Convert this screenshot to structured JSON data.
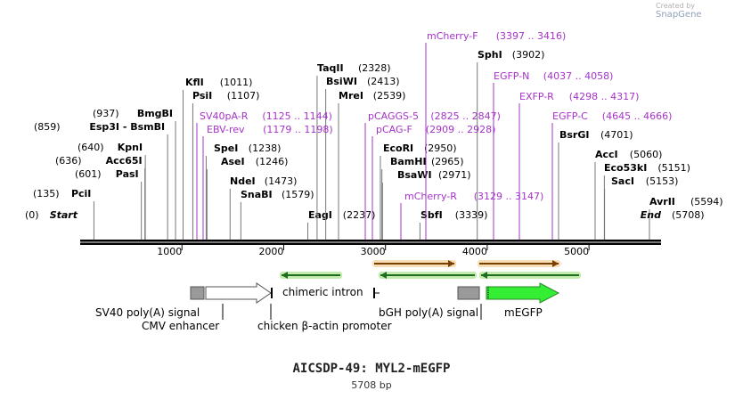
{
  "credit": {
    "prefix": "Created by",
    "brand": "SnapGene"
  },
  "title": "AICSDP-49: MYL2-mEGFP",
  "size_text": "5708 bp",
  "length": 5708,
  "colors": {
    "enzyme": "#000000",
    "primer": "#a633c9",
    "feature_grey": "#9a9a9a",
    "egfp": "#33ee33",
    "primer_arrow": "#e8a030",
    "green_arrow": "#66cc33"
  },
  "ticks": [
    1000,
    2000,
    3000,
    4000,
    5000
  ],
  "enzymes": [
    {
      "name": "Start",
      "pos": 0,
      "num": "(0)",
      "italic": true
    },
    {
      "name": "PciI",
      "pos": 135,
      "num": "(135)"
    },
    {
      "name": "PasI",
      "pos": 601,
      "num": "(601)"
    },
    {
      "name": "Acc65I",
      "pos": 636,
      "num": "(636)"
    },
    {
      "name": "KpnI",
      "pos": 640,
      "num": "(640)"
    },
    {
      "name": "Esp3I  -  BsmBI",
      "pos": 859,
      "num": "(859)"
    },
    {
      "name": "BmgBI",
      "pos": 937,
      "num": "(937)"
    },
    {
      "name": "KflI",
      "pos": 1011,
      "num": "(1011)"
    },
    {
      "name": "PsiI",
      "pos": 1107,
      "num": "(1107)"
    },
    {
      "name": "SpeI",
      "pos": 1238,
      "num": "(1238)"
    },
    {
      "name": "AseI",
      "pos": 1246,
      "num": "(1246)"
    },
    {
      "name": "NdeI",
      "pos": 1473,
      "num": "(1473)"
    },
    {
      "name": "SnaBI",
      "pos": 1579,
      "num": "(1579)"
    },
    {
      "name": "EagI",
      "pos": 2237,
      "num": "(2237)"
    },
    {
      "name": "TaqII",
      "pos": 2328,
      "num": "(2328)"
    },
    {
      "name": "BsiWI",
      "pos": 2413,
      "num": "(2413)"
    },
    {
      "name": "MreI",
      "pos": 2539,
      "num": "(2539)"
    },
    {
      "name": "EcoRI",
      "pos": 2950,
      "num": "(2950)"
    },
    {
      "name": "BamHI",
      "pos": 2965,
      "num": "(2965)"
    },
    {
      "name": "BsaWI",
      "pos": 2971,
      "num": "(2971)"
    },
    {
      "name": "SbfI",
      "pos": 3339,
      "num": "(3339)"
    },
    {
      "name": "SphI",
      "pos": 3902,
      "num": "(3902)"
    },
    {
      "name": "BsrGI",
      "pos": 4701,
      "num": "(4701)"
    },
    {
      "name": "AccI",
      "pos": 5060,
      "num": "(5060)"
    },
    {
      "name": "Eco53kI",
      "pos": 5151,
      "num": "(5151)"
    },
    {
      "name": "SacI",
      "pos": 5153,
      "num": "(5153)"
    },
    {
      "name": "AvrII",
      "pos": 5594,
      "num": "(5594)"
    },
    {
      "name": "End",
      "pos": 5708,
      "num": "(5708)",
      "italic": true
    }
  ],
  "primers": [
    {
      "name": "SV40pA-R",
      "range": "(1125 .. 1144)"
    },
    {
      "name": "EBV-rev",
      "range": "(1179 .. 1198)"
    },
    {
      "name": "pCAGGS-5",
      "range": "(2825 .. 2847)"
    },
    {
      "name": "pCAG-F",
      "range": "(2909 .. 2928)"
    },
    {
      "name": "mCherry-R",
      "range": "(3129 .. 3147)"
    },
    {
      "name": "mCherry-F",
      "range": "(3397 .. 3416)"
    },
    {
      "name": "EGFP-N",
      "range": "(4037 .. 4058)"
    },
    {
      "name": "EXFP-R",
      "range": "(4298 .. 4317)"
    },
    {
      "name": "EGFP-C",
      "range": "(4645 .. 4666)"
    }
  ],
  "features": [
    {
      "name": "SV40 poly(A) signal"
    },
    {
      "name": "CMV enhancer"
    },
    {
      "name": "chimeric intron"
    },
    {
      "name": "chicken β-actin promoter"
    },
    {
      "name": "bGH poly(A) signal"
    },
    {
      "name": "mEGFP"
    }
  ]
}
